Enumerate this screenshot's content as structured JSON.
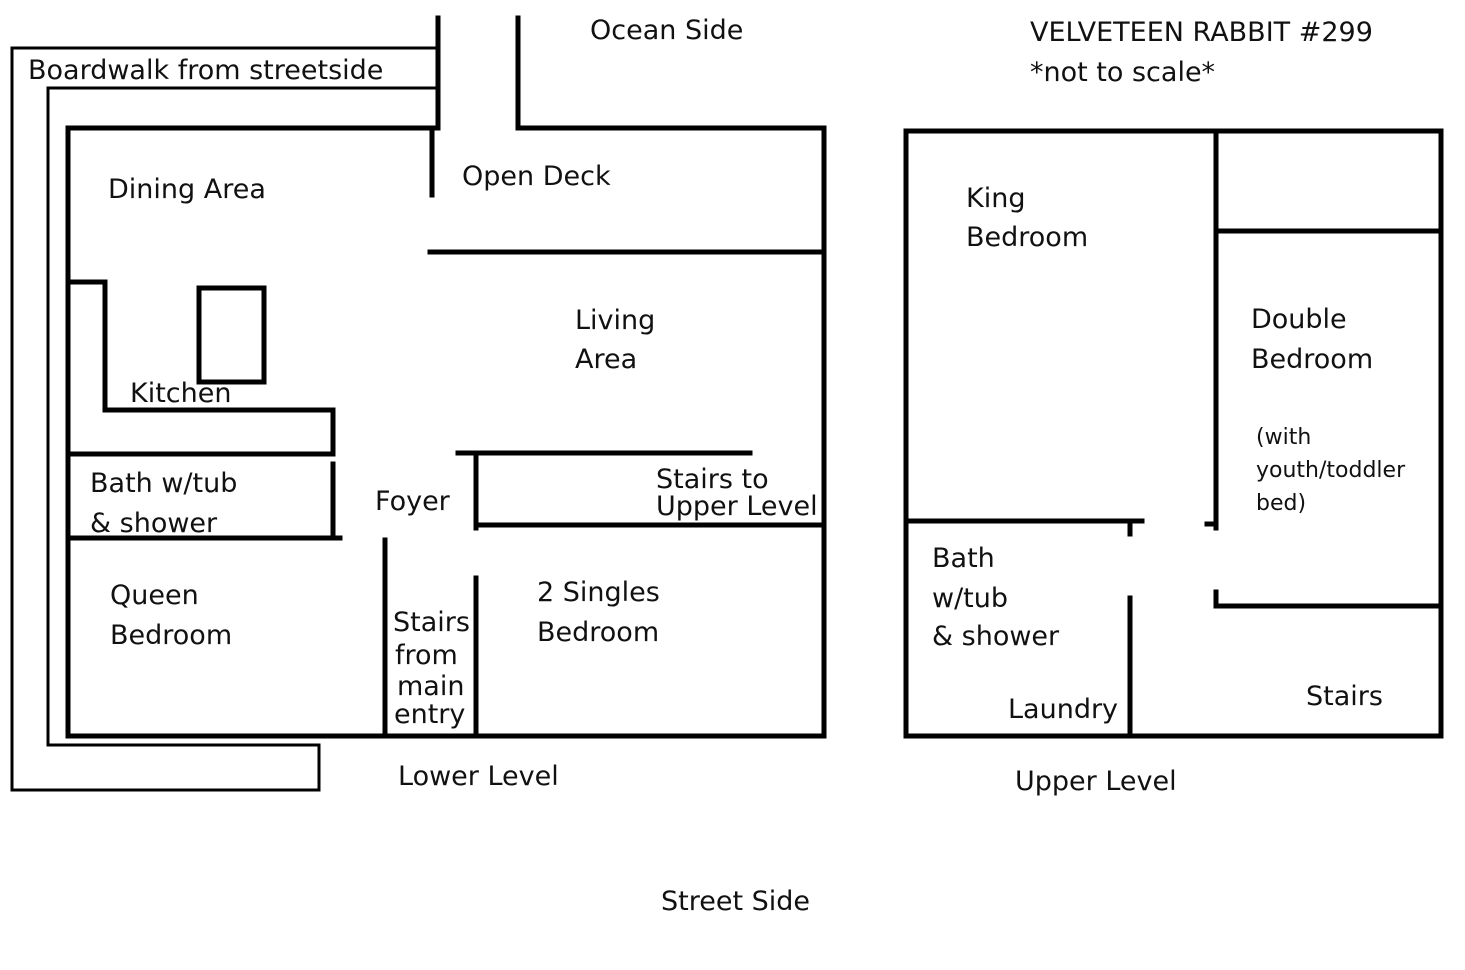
{
  "title": "VELVETEEN RABBIT #299",
  "subtitle": "*not to scale*",
  "orientation": {
    "top": "Ocean Side",
    "bottom": "Street Side"
  },
  "boardwalk": "Boardwalk from streetside",
  "lower_level": {
    "caption": "Lower Level",
    "rooms": {
      "dining": "Dining Area",
      "deck": "Open Deck",
      "living_1": "Living",
      "living_2": "Area",
      "kitchen": "Kitchen",
      "bath_1": "Bath w/tub",
      "bath_2": "& shower",
      "foyer": "Foyer",
      "stairs_up_1": "Stairs to",
      "stairs_up_2": "Upper Level",
      "queen_1": "Queen",
      "queen_2": "Bedroom",
      "stairs_main_1": "Stairs",
      "stairs_main_2": "from",
      "stairs_main_3": "main",
      "stairs_main_4": "entry",
      "singles_1": "2 Singles",
      "singles_2": "Bedroom"
    }
  },
  "upper_level": {
    "caption": "Upper Level",
    "rooms": {
      "king_1": "King",
      "king_2": "Bedroom",
      "double_1": "Double",
      "double_2": "Bedroom",
      "double_note_1": "(with",
      "double_note_2": "youth/toddler",
      "double_note_3": "bed)",
      "bath_1": "Bath",
      "bath_2": "w/tub",
      "bath_3": "& shower",
      "laundry": "Laundry",
      "stairs": "Stairs"
    }
  }
}
